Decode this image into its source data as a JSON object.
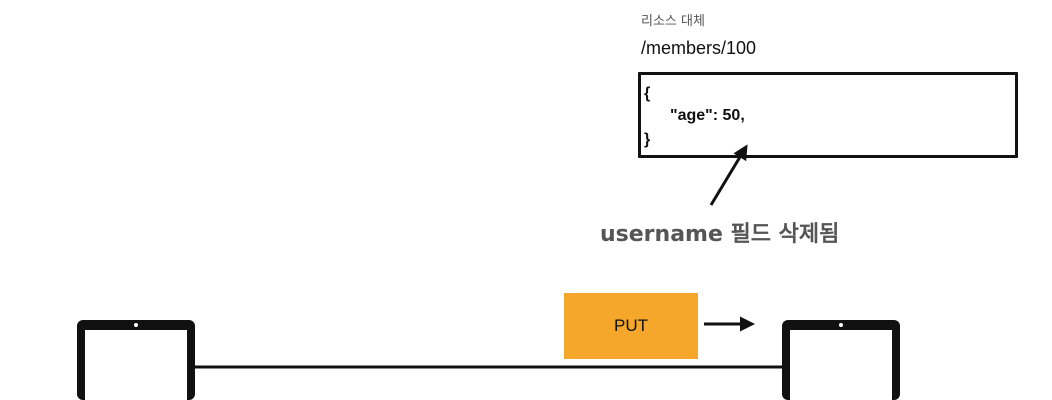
{
  "resource": {
    "caption": "리소스 대체",
    "path": "/members/100",
    "json_lines": [
      "{",
      "\"age\": 50,",
      "}"
    ]
  },
  "annotation": {
    "text": "username 필드 삭제됨"
  },
  "request": {
    "method": "PUT"
  },
  "colors": {
    "put_box": "#f4a72b",
    "line": "#111111",
    "annotation_text": "#555555"
  },
  "icons": [
    "laptop-icon",
    "laptop-icon",
    "arrow-icon"
  ]
}
